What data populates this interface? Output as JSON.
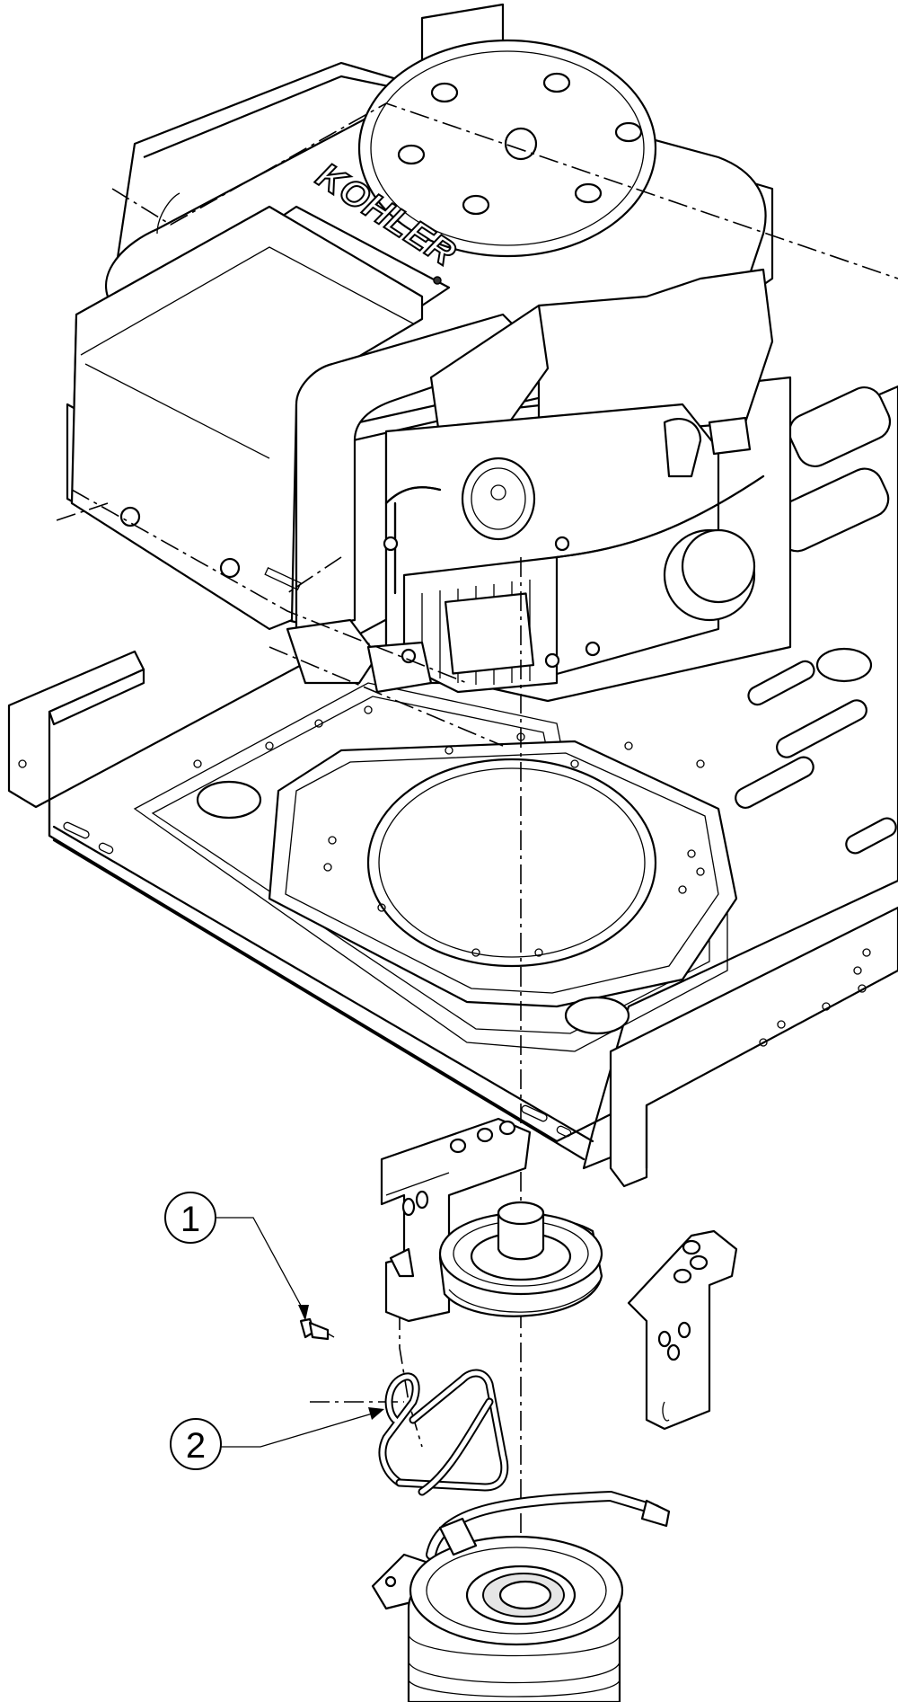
{
  "engine": {
    "brand_label": "KOHLER"
  },
  "callouts": [
    {
      "number": "1"
    },
    {
      "number": "2"
    }
  ]
}
